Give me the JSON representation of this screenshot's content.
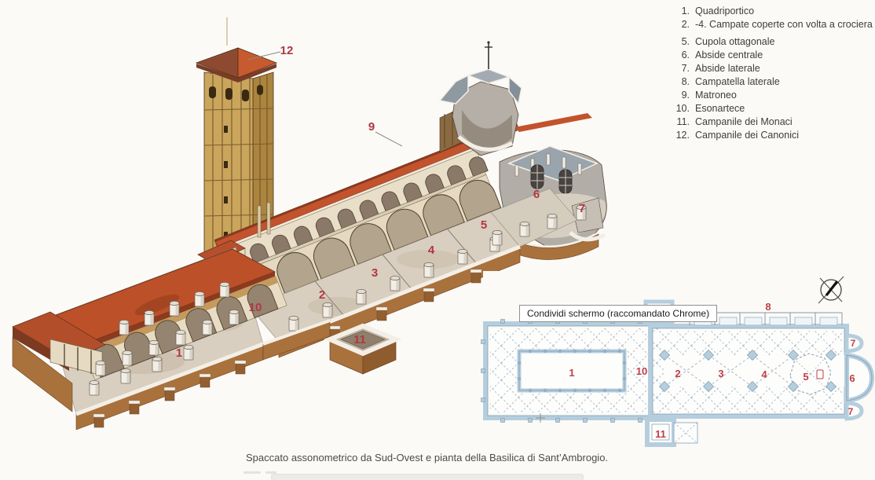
{
  "legend": {
    "items": [
      {
        "num": "1.",
        "label": "Quadriportico"
      },
      {
        "num": "2.",
        "label": "-4. Campate coperte con volta a crociera"
      },
      {
        "num": "5.",
        "label": "Cupola ottagonale"
      },
      {
        "num": "6.",
        "label": "Abside centrale"
      },
      {
        "num": "7.",
        "label": "Abside laterale"
      },
      {
        "num": "8.",
        "label": "Campatella laterale"
      },
      {
        "num": "9.",
        "label": "Matroneo"
      },
      {
        "num": "10.",
        "label": "Esonartece"
      },
      {
        "num": "11.",
        "label": "Campanile dei Monaci"
      },
      {
        "num": "12.",
        "label": "Campanile dei Canonici"
      }
    ]
  },
  "tooltip": {
    "text": "Condividi schermo (raccomandato Chrome)"
  },
  "caption": {
    "text": "Spaccato assonometrico da Sud-Ovest e pianta della Basilica di Sant’Ambrogio."
  },
  "axon": {
    "labels": {
      "n1": "1",
      "n2": "2",
      "n3": "3",
      "n4": "4",
      "n5": "5",
      "n6": "6",
      "n7": "7",
      "n9": "9",
      "n10": "10",
      "n11": "11",
      "n12": "12"
    }
  },
  "plan": {
    "labels": {
      "n1": "1",
      "n2": "2",
      "n3": "3",
      "n4": "4",
      "n5": "5",
      "n6": "6",
      "n7_top": "7",
      "n7_bottom": "7",
      "n8": "8",
      "n10": "10",
      "n11": "11"
    }
  },
  "colors": {
    "roof_red": "#c0532c",
    "wall_brown": "#a9713c",
    "plan_blue": "#b5cede",
    "label_red": "#b23642"
  }
}
